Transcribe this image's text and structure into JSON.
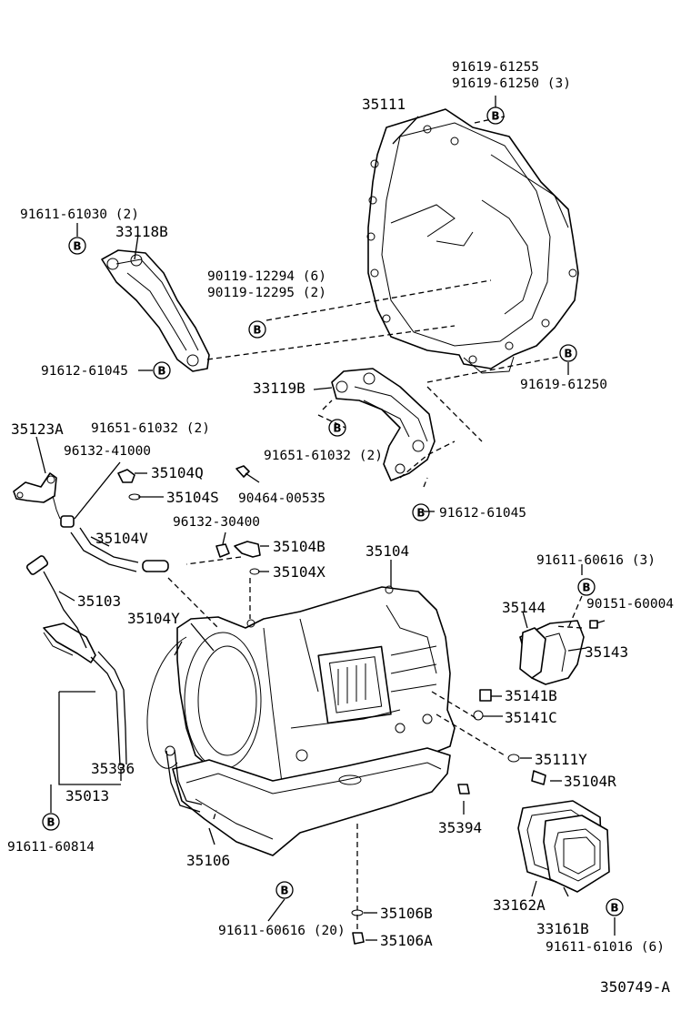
{
  "diagram_id": "350749-A",
  "bolt_marker": "B",
  "labels": {
    "p91619_61255": "91619-61255",
    "p91619_61250_3": "91619-61250 (3)",
    "p35111": "35111",
    "p91611_61030": "91611-61030 (2)",
    "p33118b": "33118B",
    "p90119_12294": "90119-12294 (6)",
    "p90119_12295": "90119-12295 (2)",
    "p91612_61045_top": "91612-61045",
    "p91619_61250": "91619-61250",
    "p33119b": "33119B",
    "p35123a": "35123A",
    "p91651_61032_a": "91651-61032 (2)",
    "p96132_41000": "96132-41000",
    "p35104q": "35104Q",
    "p35104s": "35104S",
    "p90464_00535": "90464-00535",
    "p91651_61032_b": "91651-61032 (2)",
    "p96132_30400": "96132-30400",
    "p35104v": "35104V",
    "p91612_61045_b": "91612-61045",
    "p35104b": "35104B",
    "p35104": "35104",
    "p35104x": "35104X",
    "p91611_60616_3": "91611-60616 (3)",
    "p35103": "35103",
    "p35104y": "35104Y",
    "p35144": "35144",
    "p90151_60004": "90151-60004",
    "p35143": "35143",
    "p35141b": "35141B",
    "p35141c": "35141C",
    "p35111y": "35111Y",
    "p35336": "35336",
    "p35104r": "35104R",
    "p35013": "35013",
    "p35394": "35394",
    "p91611_60814": "91611-60814",
    "p35106": "35106",
    "p33162a": "33162A",
    "p35106b": "35106B",
    "p91611_60616_20": "91611-60616 (20)",
    "p33161b": "33161B",
    "p35106a": "35106A",
    "p91611_61016": "91611-61016 (6)"
  }
}
